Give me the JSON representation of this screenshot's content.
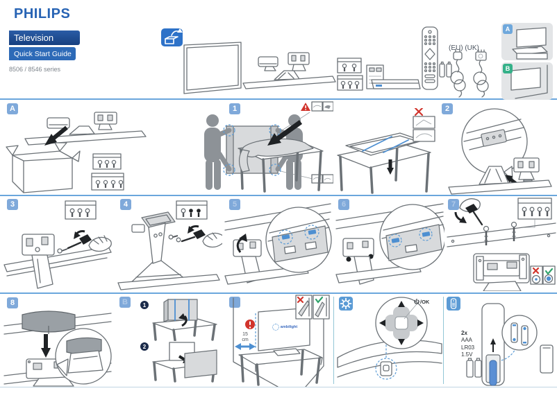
{
  "header": {
    "brand": "PHILIPS",
    "product": "Television",
    "guide": "Quick Start Guide",
    "series": "8506 / 8546 series"
  },
  "unpack": {
    "cords_label": "(EU) (UK)"
  },
  "options": {
    "a": "A",
    "b": "B"
  },
  "section_a": "A",
  "steps": {
    "s1": "1",
    "s2": "2",
    "s3": "3",
    "s4": "4",
    "s5": "5",
    "s6": "6",
    "s7": "7",
    "s8": "8"
  },
  "wall_section": {
    "label": "B",
    "step1": "1",
    "step2": "2"
  },
  "ambilight": {
    "warning": "!",
    "distance": "15",
    "unit": "cm",
    "logo": "ambilight"
  },
  "controls": {
    "power_ok_label": "/OK"
  },
  "battery": {
    "qty": "2x",
    "size": "AAA",
    "model": "LR03",
    "voltage": "1.5V"
  },
  "colors": {
    "philips_blue": "#2763b4",
    "bar_dark": "#1c4c92",
    "bar_mid": "#2d6ab7",
    "badge_blue": "#7fa9da",
    "badge_green": "#35b189",
    "accent_blue": "#4d8fd1",
    "warning_red": "#d1342c",
    "ok_green": "#2fa36b",
    "line_blue": "#6aa6dc"
  }
}
